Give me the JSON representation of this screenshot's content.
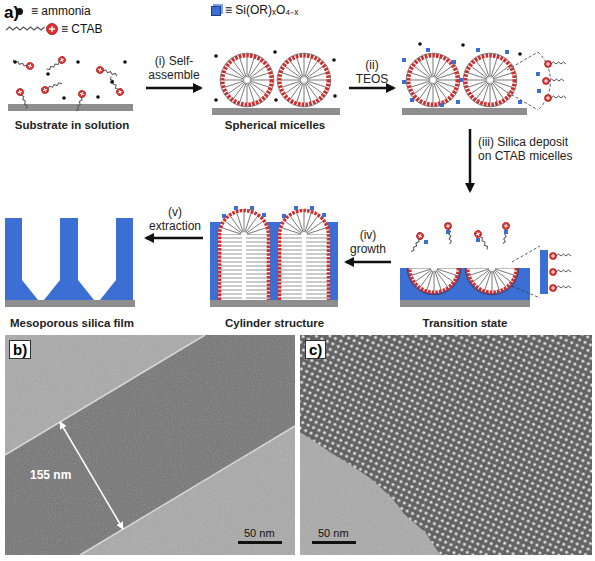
{
  "diagram": {
    "nodes": [
      {
        "text": [
          "Substrate in solution"
        ]
      },
      {
        "text": [
          "Spherical micelles"
        ]
      },
      {
        "text": []
      },
      {
        "text": [
          "Transition state"
        ]
      },
      {
        "text": [
          "Cylinder structure"
        ]
      },
      {
        "text": [
          "Mesoporous silica film"
        ]
      }
    ],
    "edges": [
      {
        "from": 0,
        "to": 1,
        "arrow": "to",
        "label": "(i) Self-assemble"
      },
      {
        "from": 1,
        "to": 2,
        "arrow": "to",
        "label": "(ii) TEOS"
      },
      {
        "from": 2,
        "to": 3,
        "arrow": "to",
        "label": "(iii) Silica deposit on CTAB micelles"
      },
      {
        "from": 3,
        "to": 4,
        "arrow": "to",
        "label": "(iv) growth"
      },
      {
        "from": 4,
        "to": 5,
        "arrow": "to",
        "label": "(v) extraction"
      }
    ],
    "labels": [
      "a)",
      "b)",
      "155 nm",
      "50 nm",
      "c)",
      "50 nm"
    ],
    "legend": [
      {
        "text": "≡ ammonia",
        "color": "#111111"
      },
      {
        "text": "≡ CTAB"
      },
      {
        "text": "≡ Si(OR)ₓO₄₋ₓ",
        "color": "#3b6fd4"
      }
    ]
  }
}
